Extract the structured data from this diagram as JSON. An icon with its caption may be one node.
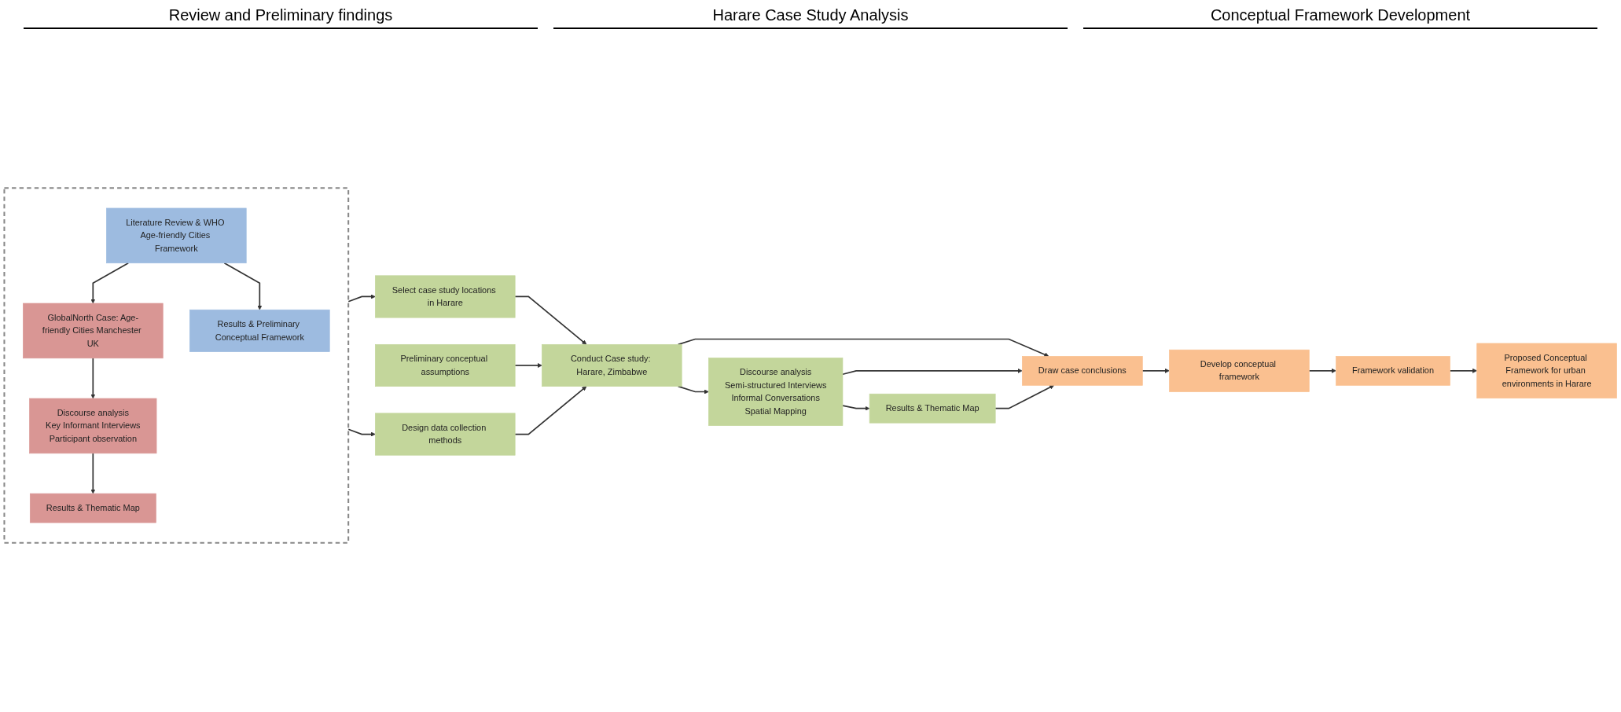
{
  "diagram": {
    "nodes": [
      {
        "text": [],
        "shape": "box"
      },
      {
        "text": [
          "Literature Review & WHO Age-friendly Cities Framework"
        ],
        "in": 0
      },
      {
        "text": [
          "GlobalNorth Case: Age-friendly Cities Manchester UK"
        ],
        "in": 0
      },
      {
        "text": [
          "Results & Preliminary Conceptual Framework"
        ],
        "in": 0
      },
      {
        "text": [
          "Discourse analysis",
          "Key Informant Interviews",
          "Participant observation"
        ],
        "in": 0
      },
      {
        "text": [
          "Results & Thematic Map"
        ],
        "in": 0
      },
      {
        "text": [
          "Select case study locations in Harare"
        ]
      },
      {
        "text": [
          "Preliminary conceptual assumptions"
        ]
      },
      {
        "text": [
          "Design data collection methods"
        ]
      },
      {
        "text": [
          "Conduct Case study: Harare, Zimbabwe"
        ]
      },
      {
        "text": [
          "Discourse analysis",
          "Semi-structured Interviews",
          "Informal Conversations",
          "Spatial Mapping"
        ]
      },
      {
        "text": [
          "Results & Thematic Map"
        ]
      },
      {
        "text": [
          "Draw case conclusions"
        ]
      },
      {
        "text": [
          "Develop conceptual framework"
        ]
      },
      {
        "text": [
          "Framework validation"
        ]
      },
      {
        "text": [
          "Proposed Conceptual Framework for urban environments in Harare"
        ]
      }
    ],
    "edges": [
      {
        "from": 1,
        "to": 2,
        "arrow": "to"
      },
      {
        "from": 1,
        "to": 3,
        "arrow": "to"
      },
      {
        "from": 2,
        "to": 4,
        "arrow": "to"
      },
      {
        "from": 4,
        "to": 5,
        "arrow": "to"
      },
      {
        "from": 0,
        "to": 6,
        "arrow": "to"
      },
      {
        "from": 0,
        "to": 8,
        "arrow": "to"
      },
      {
        "from": 6,
        "to": 9,
        "arrow": "to"
      },
      {
        "from": 7,
        "to": 9,
        "arrow": "to"
      },
      {
        "from": 8,
        "to": 9,
        "arrow": "to"
      },
      {
        "from": 9,
        "to": 10,
        "arrow": "to"
      },
      {
        "from": 10,
        "to": 11,
        "arrow": "to"
      },
      {
        "from": 9,
        "to": 12,
        "arrow": "to"
      },
      {
        "from": 10,
        "to": 12,
        "arrow": "to"
      },
      {
        "from": 11,
        "to": 12,
        "arrow": "to"
      },
      {
        "from": 12,
        "to": 13,
        "arrow": "to"
      },
      {
        "from": 13,
        "to": 14,
        "arrow": "to"
      },
      {
        "from": 14,
        "to": 15,
        "arrow": "to"
      }
    ],
    "labels": [
      "Review and Preliminary findings",
      "Harare Case Study Analysis",
      "Conceptual Framework Development"
    ]
  }
}
